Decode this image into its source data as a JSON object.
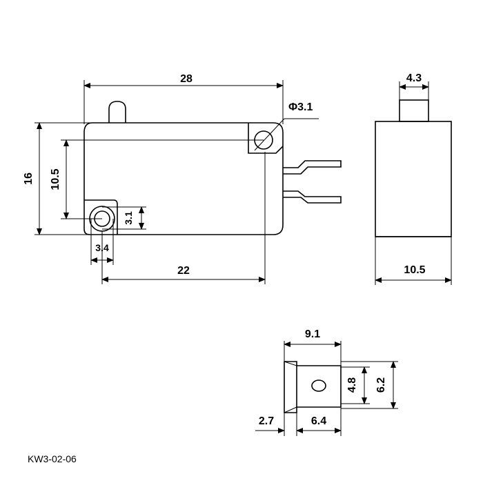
{
  "dimensions": {
    "overall_length": "28",
    "hole_diameter": "Φ3.1",
    "overall_height": "16",
    "hole_spacing_vertical": "10.5",
    "hole_offset_vertical": "3.1",
    "hole_offset_horizontal": "3.4",
    "hole_spacing_horizontal": "22",
    "actuator_width": "4.3",
    "body_thickness": "10.5",
    "terminal_width": "9.1",
    "terminal_slot_height": "4.8",
    "terminal_height": "6.2",
    "terminal_offset": "2.7",
    "terminal_slot_width": "6.4"
  },
  "part_code": "KW3-02-06"
}
